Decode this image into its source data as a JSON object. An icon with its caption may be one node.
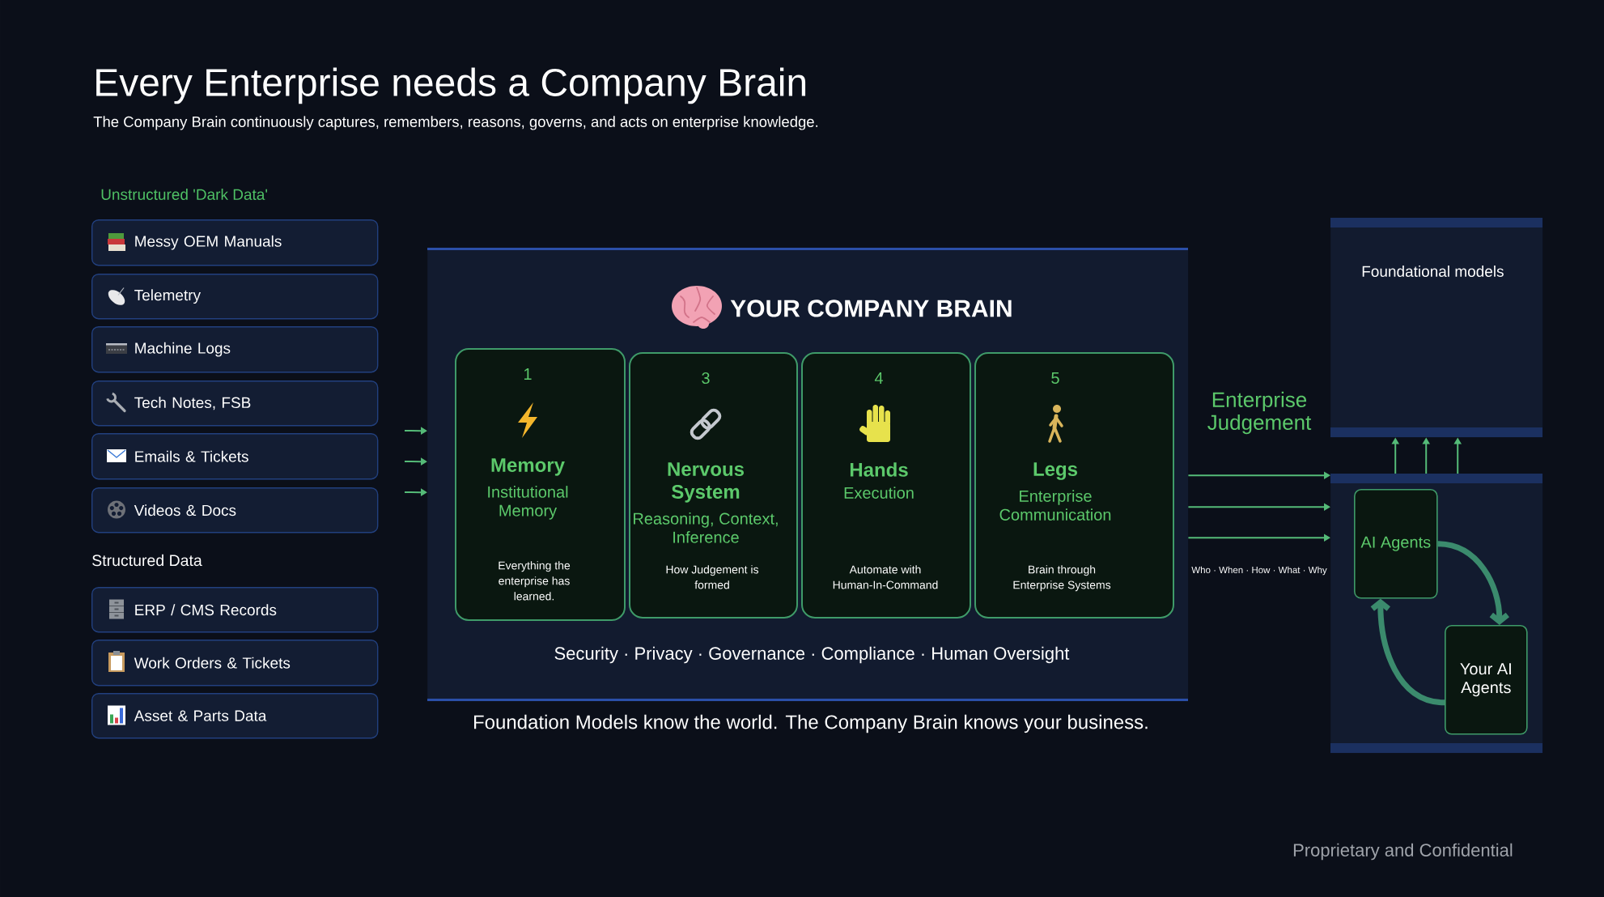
{
  "diagram": {
    "title": "Every Enterprise needs a Company Brain",
    "caption": "Foundation Models know the world. The Company Brain knows your business.",
    "nodes": [
      {
        "text": [
          "Messy OEM Manuals"
        ]
      },
      {
        "text": [
          "Telemetry"
        ]
      },
      {
        "text": [
          "Machine Logs"
        ]
      },
      {
        "text": [
          "Tech Notes, FSB"
        ]
      },
      {
        "text": [
          "Emails & Tickets"
        ]
      },
      {
        "text": [
          "Videos & Docs"
        ]
      },
      {
        "text": [
          "ERP / CMS Records"
        ]
      },
      {
        "text": [
          "Work Orders & Tickets"
        ]
      },
      {
        "text": [
          "Asset & Parts Data"
        ]
      },
      {
        "text": [
          "YOUR COMPANY BRAIN",
          "Security · Privacy · Governance · Compliance · Human Oversight"
        ]
      },
      {
        "text": [
          "1",
          "Memory",
          "Institutional Memory",
          "Everything the enterprise has learned."
        ],
        "in": 9
      },
      {
        "text": [
          "3",
          "Nervous System",
          "Reasoning, Context, Inference",
          "How Judgement is formed"
        ],
        "in": 9
      },
      {
        "text": [
          "4",
          "Hands",
          "Execution",
          "Automate with Human-In-Command"
        ],
        "in": 9
      },
      {
        "text": [
          "5",
          "Legs",
          "Enterprise Communication",
          "Brain through Enterprise Systems"
        ],
        "in": 9
      },
      {
        "text": [
          "Foundational models"
        ]
      },
      {
        "text": [],
        "shape": "box"
      },
      {
        "text": [
          "AI Agents"
        ],
        "in": 15
      },
      {
        "text": [
          "Your AI Agents"
        ],
        "in": 15
      }
    ],
    "edges": [
      {
        "from": null,
        "to": 9,
        "arrow": "to"
      },
      {
        "from": null,
        "to": 9,
        "arrow": "to"
      },
      {
        "from": null,
        "to": 9,
        "arrow": "to"
      },
      {
        "from": 9,
        "to": 15,
        "arrow": "to"
      },
      {
        "from": 9,
        "to": 15,
        "arrow": "to"
      },
      {
        "from": 9,
        "to": 15,
        "arrow": "to"
      },
      {
        "from": 15,
        "to": 14,
        "arrow": "to"
      },
      {
        "from": 15,
        "to": 14,
        "arrow": "to"
      },
      {
        "from": 15,
        "to": 14,
        "arrow": "to"
      },
      {
        "from": 16,
        "to": 17,
        "arrow": "to",
        "style": "thick",
        "color": "#3b8b6d"
      },
      {
        "from": 17,
        "to": 16,
        "arrow": "to",
        "style": "thick",
        "color": "#3b8b6d"
      }
    ],
    "labels": [
      "The Company Brain continuously captures, remembers, reasons, governs, and acts on enterprise knowledge.",
      "Unstructured 'Dark Data'",
      "Structured Data",
      "Enterprise Judgement",
      "Who · When · How · What · Why",
      "Proprietary and Confidential"
    ]
  }
}
